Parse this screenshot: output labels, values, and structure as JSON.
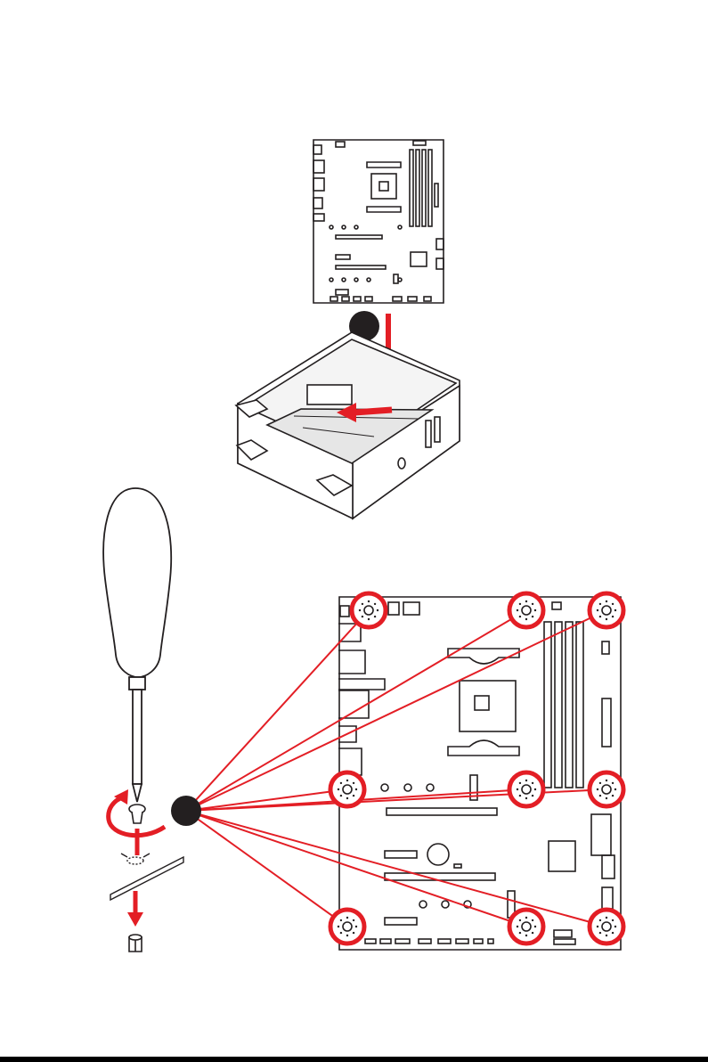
{
  "title": "",
  "steps": [
    {
      "id": "step-1",
      "label": ""
    },
    {
      "id": "step-2",
      "label": ""
    }
  ],
  "colors": {
    "line": "#231f20",
    "accent_red": "#e31e25",
    "board_fill": "#ffffff",
    "footer": "#000000"
  },
  "icons": [
    "screwdriver-icon",
    "screw-icon",
    "standoff-icon",
    "rotate-arrow-icon",
    "down-arrow-icon"
  ],
  "mounting_holes_count": 9
}
